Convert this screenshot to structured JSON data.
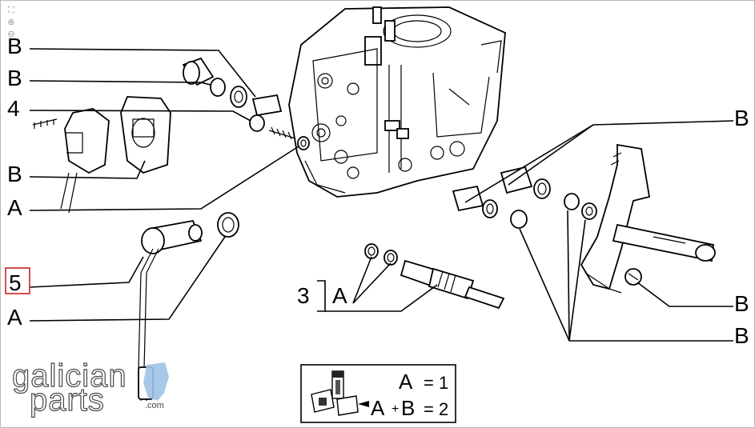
{
  "viewer": {
    "tools": [
      {
        "icon": "fullscreen-icon",
        "glyph": "⛶"
      },
      {
        "icon": "zoom-in-icon",
        "glyph": "⊕"
      },
      {
        "icon": "zoom-out-icon",
        "glyph": "⊖"
      }
    ]
  },
  "callouts": {
    "b_top_1": "B",
    "b_top_2": "B",
    "num_4": "4",
    "b_left_low": "B",
    "a_left_1": "A",
    "num_5": "5",
    "a_left_2": "A",
    "num_3": "3",
    "a_center": "A",
    "b_right_top": "B",
    "b_right_mid": "B",
    "b_right_low": "B"
  },
  "highlight_color": "#cc2222",
  "legend": {
    "row1_letter": "A",
    "row1_eq": "= 1",
    "row2_letter_a": "A",
    "row2_plus": "+",
    "row2_letter_b": "B",
    "row2_eq": "= 2"
  },
  "watermark": {
    "line1": "galician",
    "line2": "parts",
    "suffix": ".com",
    "accent_color": "#9ec3e6"
  }
}
